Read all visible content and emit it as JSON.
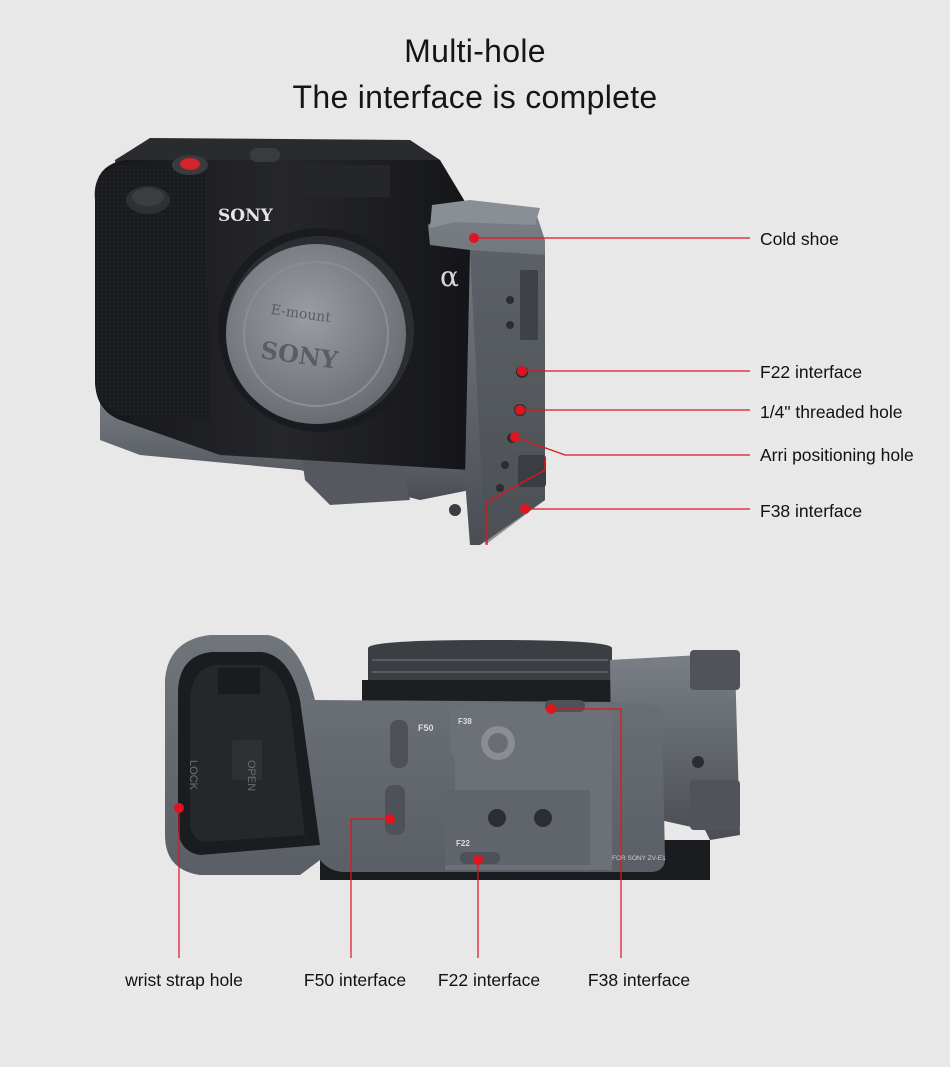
{
  "title": {
    "line1": "Multi-hole",
    "line2": "The interface is complete"
  },
  "camera_top": {
    "brand_text": "SONY",
    "mount_text": "E-mount",
    "alpha_glyph": "α"
  },
  "top_callouts": [
    {
      "label": "Cold shoe"
    },
    {
      "label": "F22 interface"
    },
    {
      "label": "1/4\" threaded hole"
    },
    {
      "label": "Arri positioning hole"
    },
    {
      "label": "F38 interface"
    }
  ],
  "bottom_plate": {
    "marking_f50": "F50",
    "marking_f38": "F38",
    "marking_f22": "F22",
    "marking_model": "FOR SONY ZV-E1",
    "battery_lock": "LOCK",
    "battery_open": "OPEN"
  },
  "bottom_callouts": [
    {
      "label": "wrist strap hole"
    },
    {
      "label": "F50 interface"
    },
    {
      "label": "F22 interface"
    },
    {
      "label": "F38 interface"
    }
  ],
  "colors": {
    "accent_red": "#e0141e",
    "background": "#e8e8e8",
    "camera_body": "#1d1e20",
    "cage_gray": "#5f646b"
  }
}
